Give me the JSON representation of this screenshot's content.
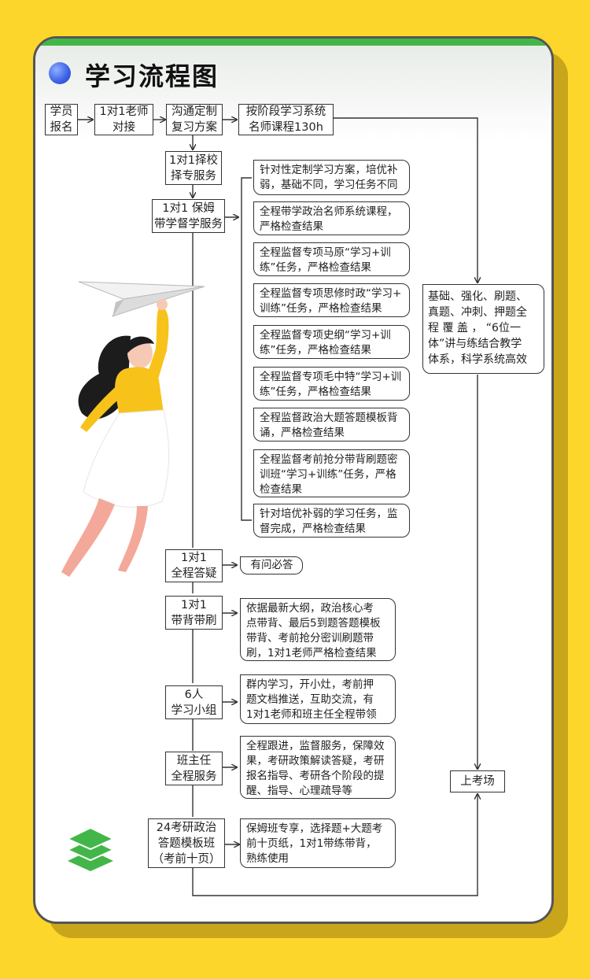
{
  "title": "学习流程图",
  "colors": {
    "background": "#fcd62b",
    "accent": "#43b649",
    "card": "#ffffff",
    "line": "#333333"
  },
  "top_row": {
    "enroll": "学员\n报名",
    "teacher": "1对1老师\n对接",
    "plan": "沟通定制\n复习方案",
    "course": "按阶段学习系统\n名师课程130h"
  },
  "left_steps": {
    "school": "1对1择校\n择专服务",
    "nanny": "1对1 保姆\n带学督学服务",
    "qa": "1对1\n全程答疑",
    "recite": "1对1\n带背带刷",
    "group": "6人\n学习小组",
    "headteacher": "班主任\n全程服务",
    "template": "24考研政治\n答题模板班\n（考前十页）"
  },
  "supervise_notes": [
    "针对性定制学习方案，培优补\n弱，基础不同，学习任务不同",
    "全程带学政治名师系统课程，\n严格检查结果",
    "全程监督专项马原“学习+训\n练”任务，严格检查结果",
    "全程监督专项思修时政“学习+\n训练”任务，严格检查结果",
    "全程监督专项史纲“学习+训\n练”任务，严格检查结果",
    "全程监督专项毛中特“学习+训\n练”任务，严格检查结果",
    "全程监督政治大题答题模板背\n诵，严格检查结果",
    "全程监督考前抢分带背刷题密\n训班“学习+训练”任务，严格\n检查结果",
    "针对培优补弱的学习任务，监\n督完成，严格检查结果"
  ],
  "qa_note": "有问必答",
  "recite_note": "依据最新大纲，政治核心考\n点带背、最后5到题答题模板\n带背、考前抢分密训刷题带\n刷，1对1老师严格检查结果",
  "group_note": "群内学习，开小灶，考前押\n题文档推送，互助交流，有\n1对1老师和班主任全程带领",
  "headteacher_note": "全程跟进，监督服务，保障效\n果，考研政策解读答疑，考研\n报名指导、考研各个阶段的提\n醒、指导、心理疏导等",
  "template_note": "保姆班专享，选择题+大题考\n前十页纸，1对1带练带背，\n熟练使用",
  "system_note": "基础、强化、刷题、\n真题、冲刺、押题全\n程 覆 盖 ， “6位一\n体”讲与练结合教学\n体系，科学系统高效",
  "exam": "上考场",
  "icons": [
    "circle-bullet-icon",
    "paper-plane-icon",
    "girl-illustration",
    "layers-icon"
  ]
}
